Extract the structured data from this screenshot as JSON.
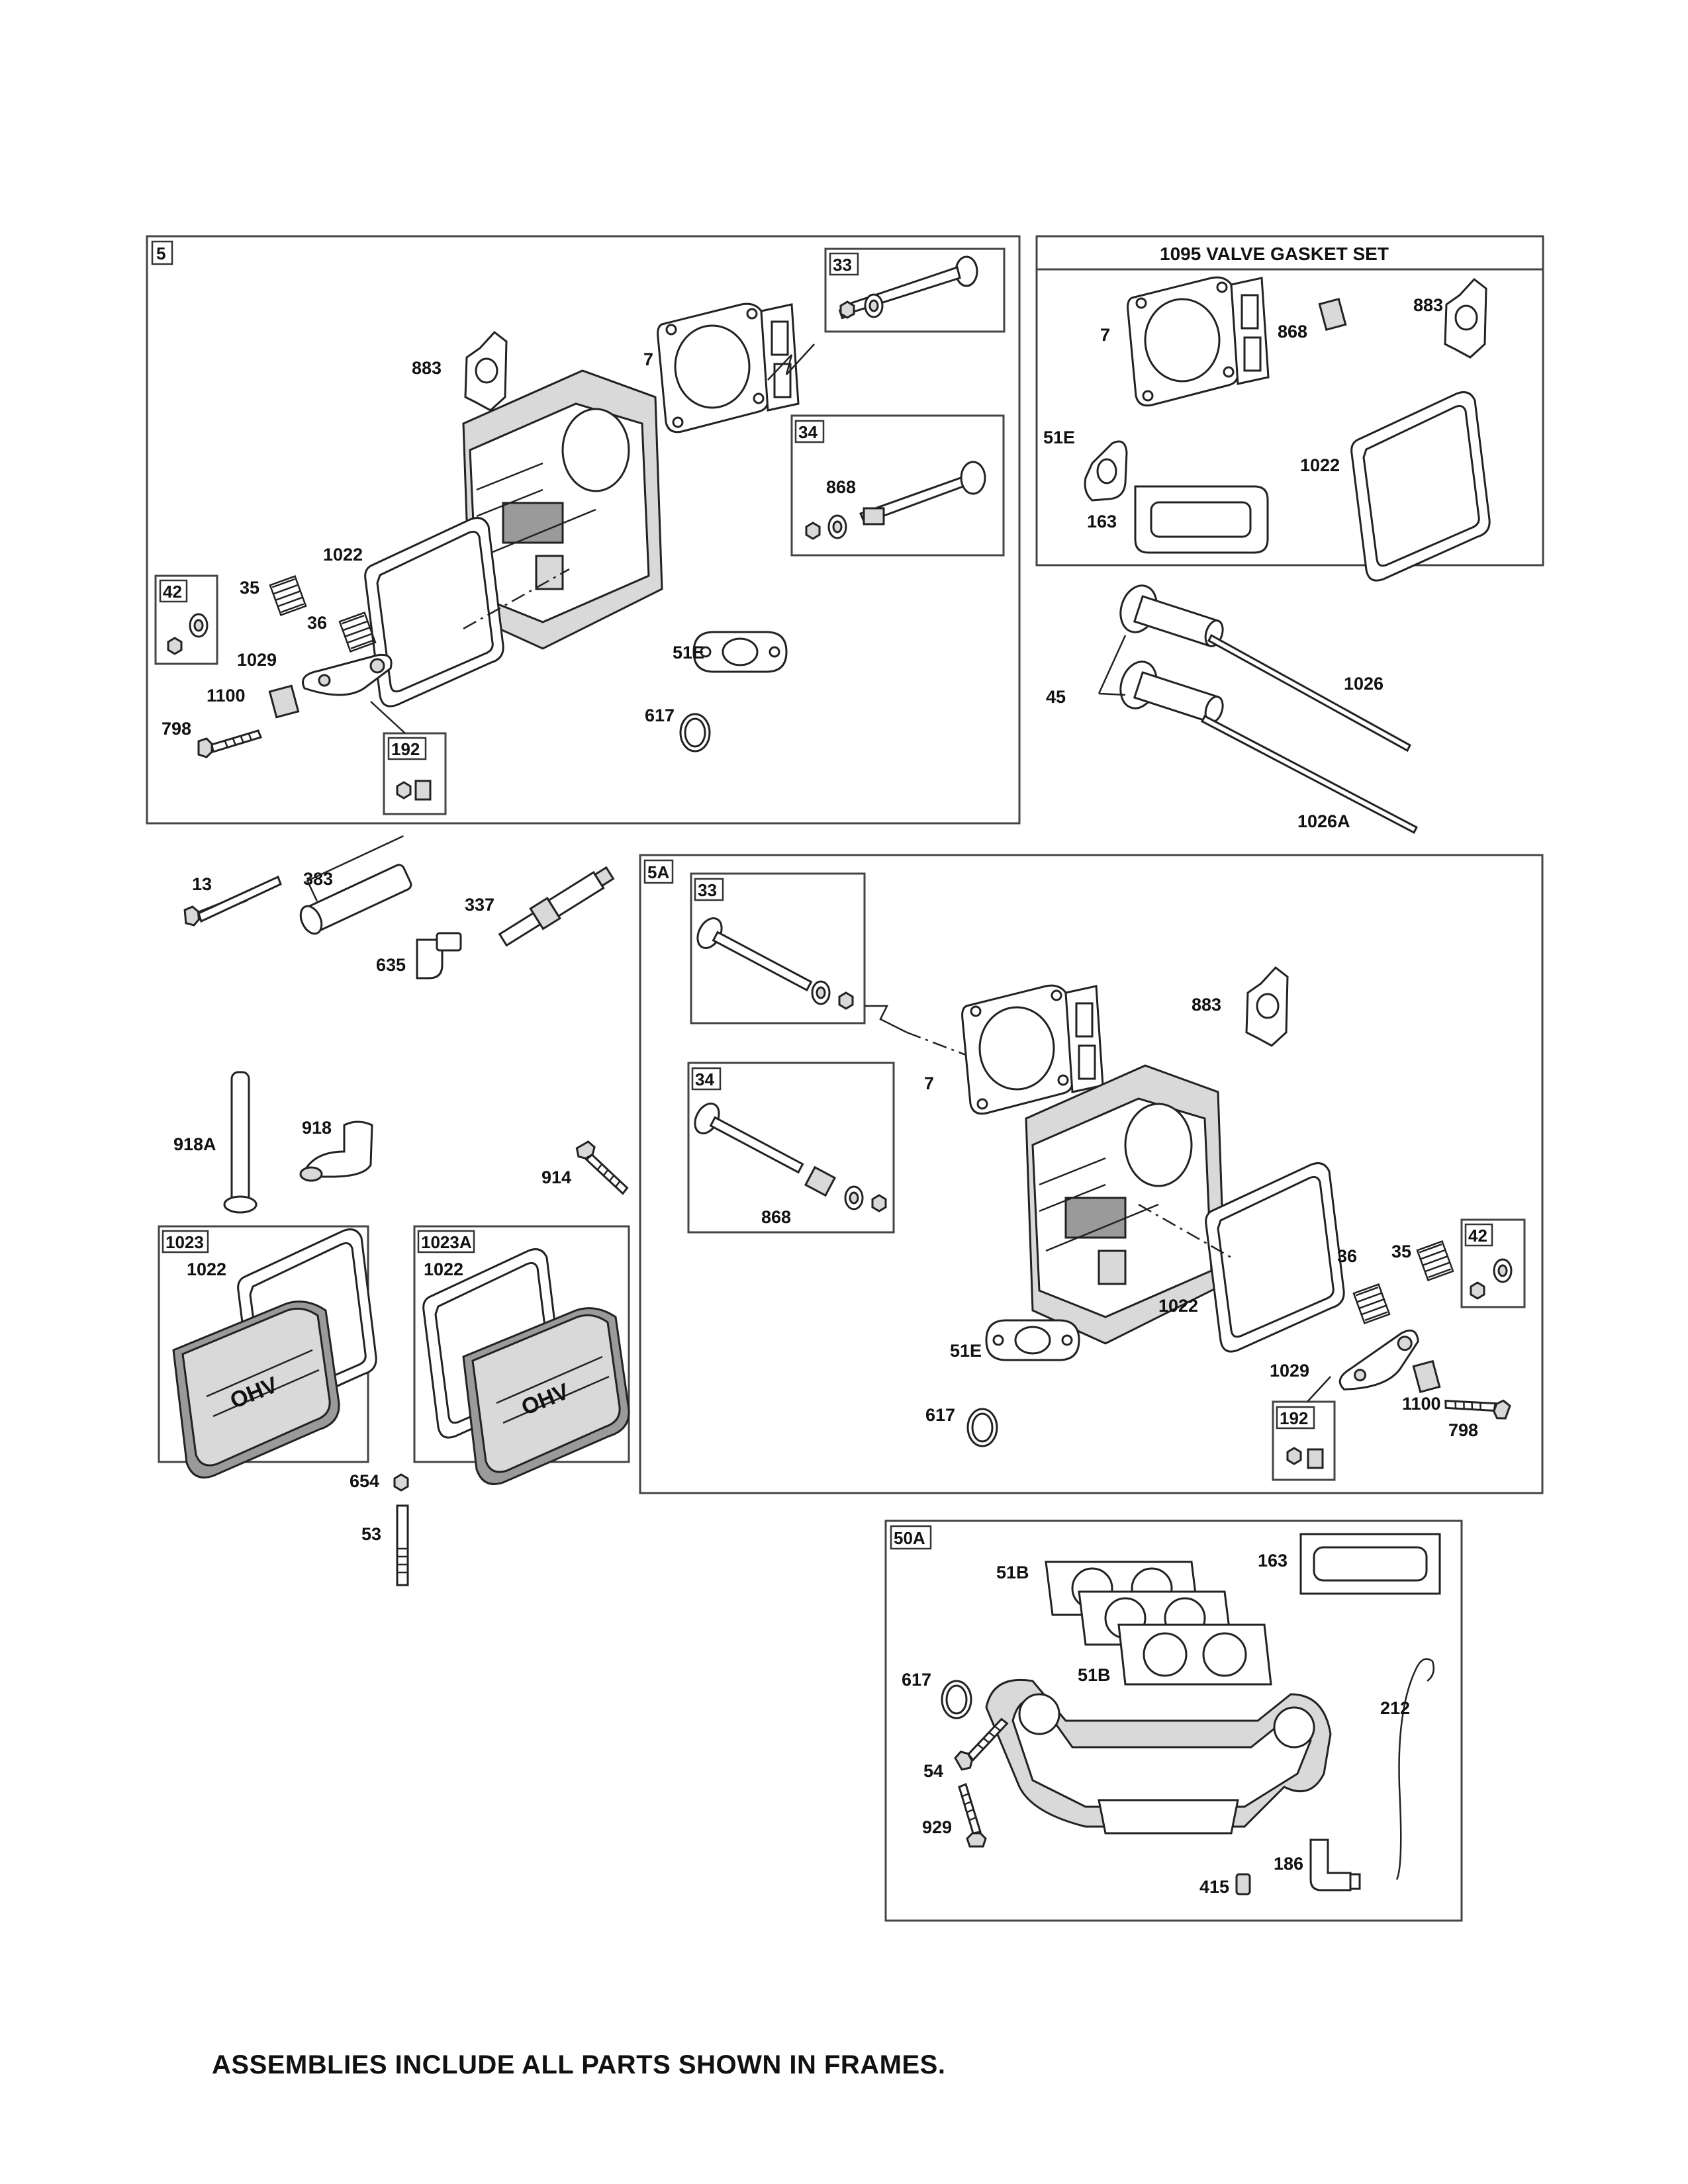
{
  "footer_note": "ASSEMBLIES INCLUDE ALL PARTS SHOWN IN FRAMES.",
  "frame_5": {
    "tag": "5",
    "labels": {
      "p883": "883",
      "p7": "7",
      "p1022": "1022",
      "p35": "35",
      "p36": "36",
      "p1029": "1029",
      "p1100": "1100",
      "p798": "798",
      "p51e": "51E",
      "p617": "617"
    },
    "sub_33": {
      "tag": "33"
    },
    "sub_34": {
      "tag": "34",
      "label_868": "868"
    },
    "sub_42": {
      "tag": "42"
    },
    "sub_192": {
      "tag": "192"
    }
  },
  "gasket_set": {
    "title": "1095 VALVE GASKET SET",
    "labels": {
      "p7": "7",
      "p868": "868",
      "p883": "883",
      "p51e": "51E",
      "p1022": "1022",
      "p163": "163"
    }
  },
  "pushrods": {
    "p45": "45",
    "p1026": "1026",
    "p1026a": "1026A"
  },
  "loose_parts": {
    "p13": "13",
    "p383": "383",
    "p337": "337",
    "p635": "635",
    "p918a": "918A",
    "p918": "918",
    "p914": "914",
    "p654": "654",
    "p53": "53"
  },
  "frame_1023": {
    "tag": "1023",
    "label_1022": "1022"
  },
  "frame_1023a": {
    "tag": "1023A",
    "label_1022": "1022"
  },
  "frame_5a": {
    "tag": "5A",
    "labels": {
      "p883": "883",
      "p7": "7",
      "p36": "36",
      "p35": "35",
      "p1022": "1022",
      "p51e": "51E",
      "p1029": "1029",
      "p1100": "1100",
      "p798": "798",
      "p617": "617"
    },
    "sub_33": {
      "tag": "33"
    },
    "sub_34": {
      "tag": "34",
      "label_868": "868"
    },
    "sub_42": {
      "tag": "42"
    },
    "sub_192": {
      "tag": "192"
    }
  },
  "frame_50a": {
    "tag": "50A",
    "labels": {
      "p51b_1": "51B",
      "p51b_2": "51B",
      "p163": "163",
      "p617": "617",
      "p212": "212",
      "p54": "54",
      "p929": "929",
      "p186": "186",
      "p415": "415"
    }
  },
  "cover_logo_text": "OHV"
}
